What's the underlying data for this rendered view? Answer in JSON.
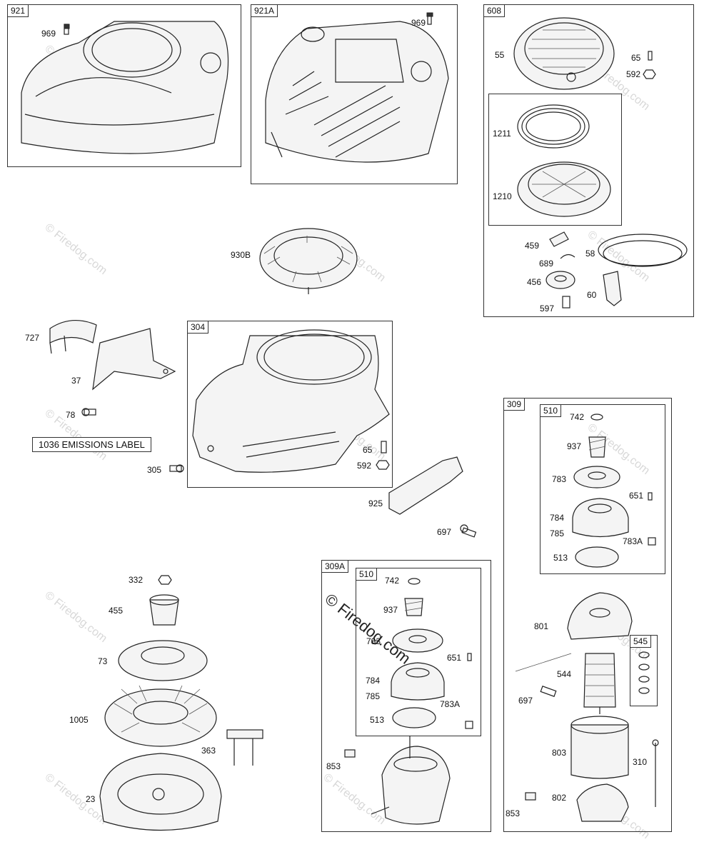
{
  "box_tags": {
    "b921": "921",
    "b921a": "921A",
    "b608": "608",
    "b304": "304",
    "b309": "309",
    "b510_right": "510",
    "b309a": "309A",
    "b510_left": "510",
    "b545": "545"
  },
  "labels": {
    "l969a": "969",
    "l969b": "969",
    "l55": "55",
    "l65a": "65",
    "l592a": "592",
    "l1211": "1211",
    "l1210": "1210",
    "l930b": "930B",
    "l459": "459",
    "l689": "689",
    "l58": "58",
    "l456": "456",
    "l60": "60",
    "l597": "597",
    "l727": "727",
    "l37": "37",
    "l78": "78",
    "l305": "305",
    "l65b": "65",
    "l592b": "592",
    "l925": "925",
    "l697a": "697",
    "l742r": "742",
    "l937r": "937",
    "l783r": "783",
    "l651r": "651",
    "l784r": "784",
    "l785r": "785",
    "l783ar": "783A",
    "l513r": "513",
    "l801": "801",
    "l697b": "697",
    "l544": "544",
    "l803": "803",
    "l310": "310",
    "l853r": "853",
    "l802": "802",
    "l332": "332",
    "l455": "455",
    "l73": "73",
    "l1005": "1005",
    "l363": "363",
    "l23": "23",
    "l742l": "742",
    "l937l": "937",
    "l783l": "783",
    "l651l": "651",
    "l784l": "784",
    "l785l": "785",
    "l783al": "783A",
    "l513l": "513",
    "l853l": "853"
  },
  "emissions_label": "1036 EMISSIONS LABEL",
  "watermark": {
    "main": "© Firedog.com",
    "faint": "© Firedog.com"
  }
}
